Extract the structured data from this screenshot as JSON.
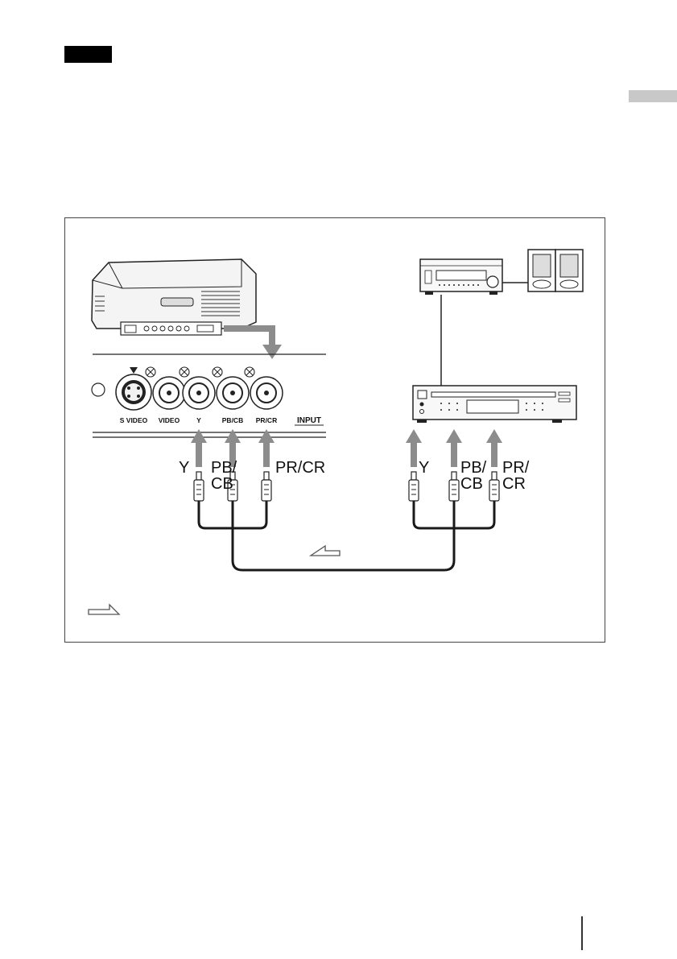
{
  "projector_panel": {
    "jacks": [
      "S VIDEO",
      "VIDEO",
      "Y",
      "PB/CB",
      "PR/CR"
    ],
    "input_label": "INPUT"
  },
  "cable_labels": {
    "projector_side": {
      "y": "Y",
      "pb_line1": "PB/",
      "pb_line2": "CB",
      "pr": "PR/CR"
    },
    "player_side": {
      "y": "Y",
      "pb_line1": "PB/",
      "pb_line2": "CB",
      "pr_line1": "PR/",
      "pr_line2": "CR"
    }
  },
  "icons": [
    "signal-flow-arrow-icon",
    "rca-plug-icon",
    "speaker-icon",
    "amplifier-icon",
    "dvd-player-icon",
    "projector-icon"
  ],
  "colors": {
    "ink": "#111111",
    "arrow_gray": "#8c8c8c",
    "cable": "#1a1a1a",
    "panel_bg": "#f2f2f2",
    "side_tab": "#c8c8c8"
  }
}
